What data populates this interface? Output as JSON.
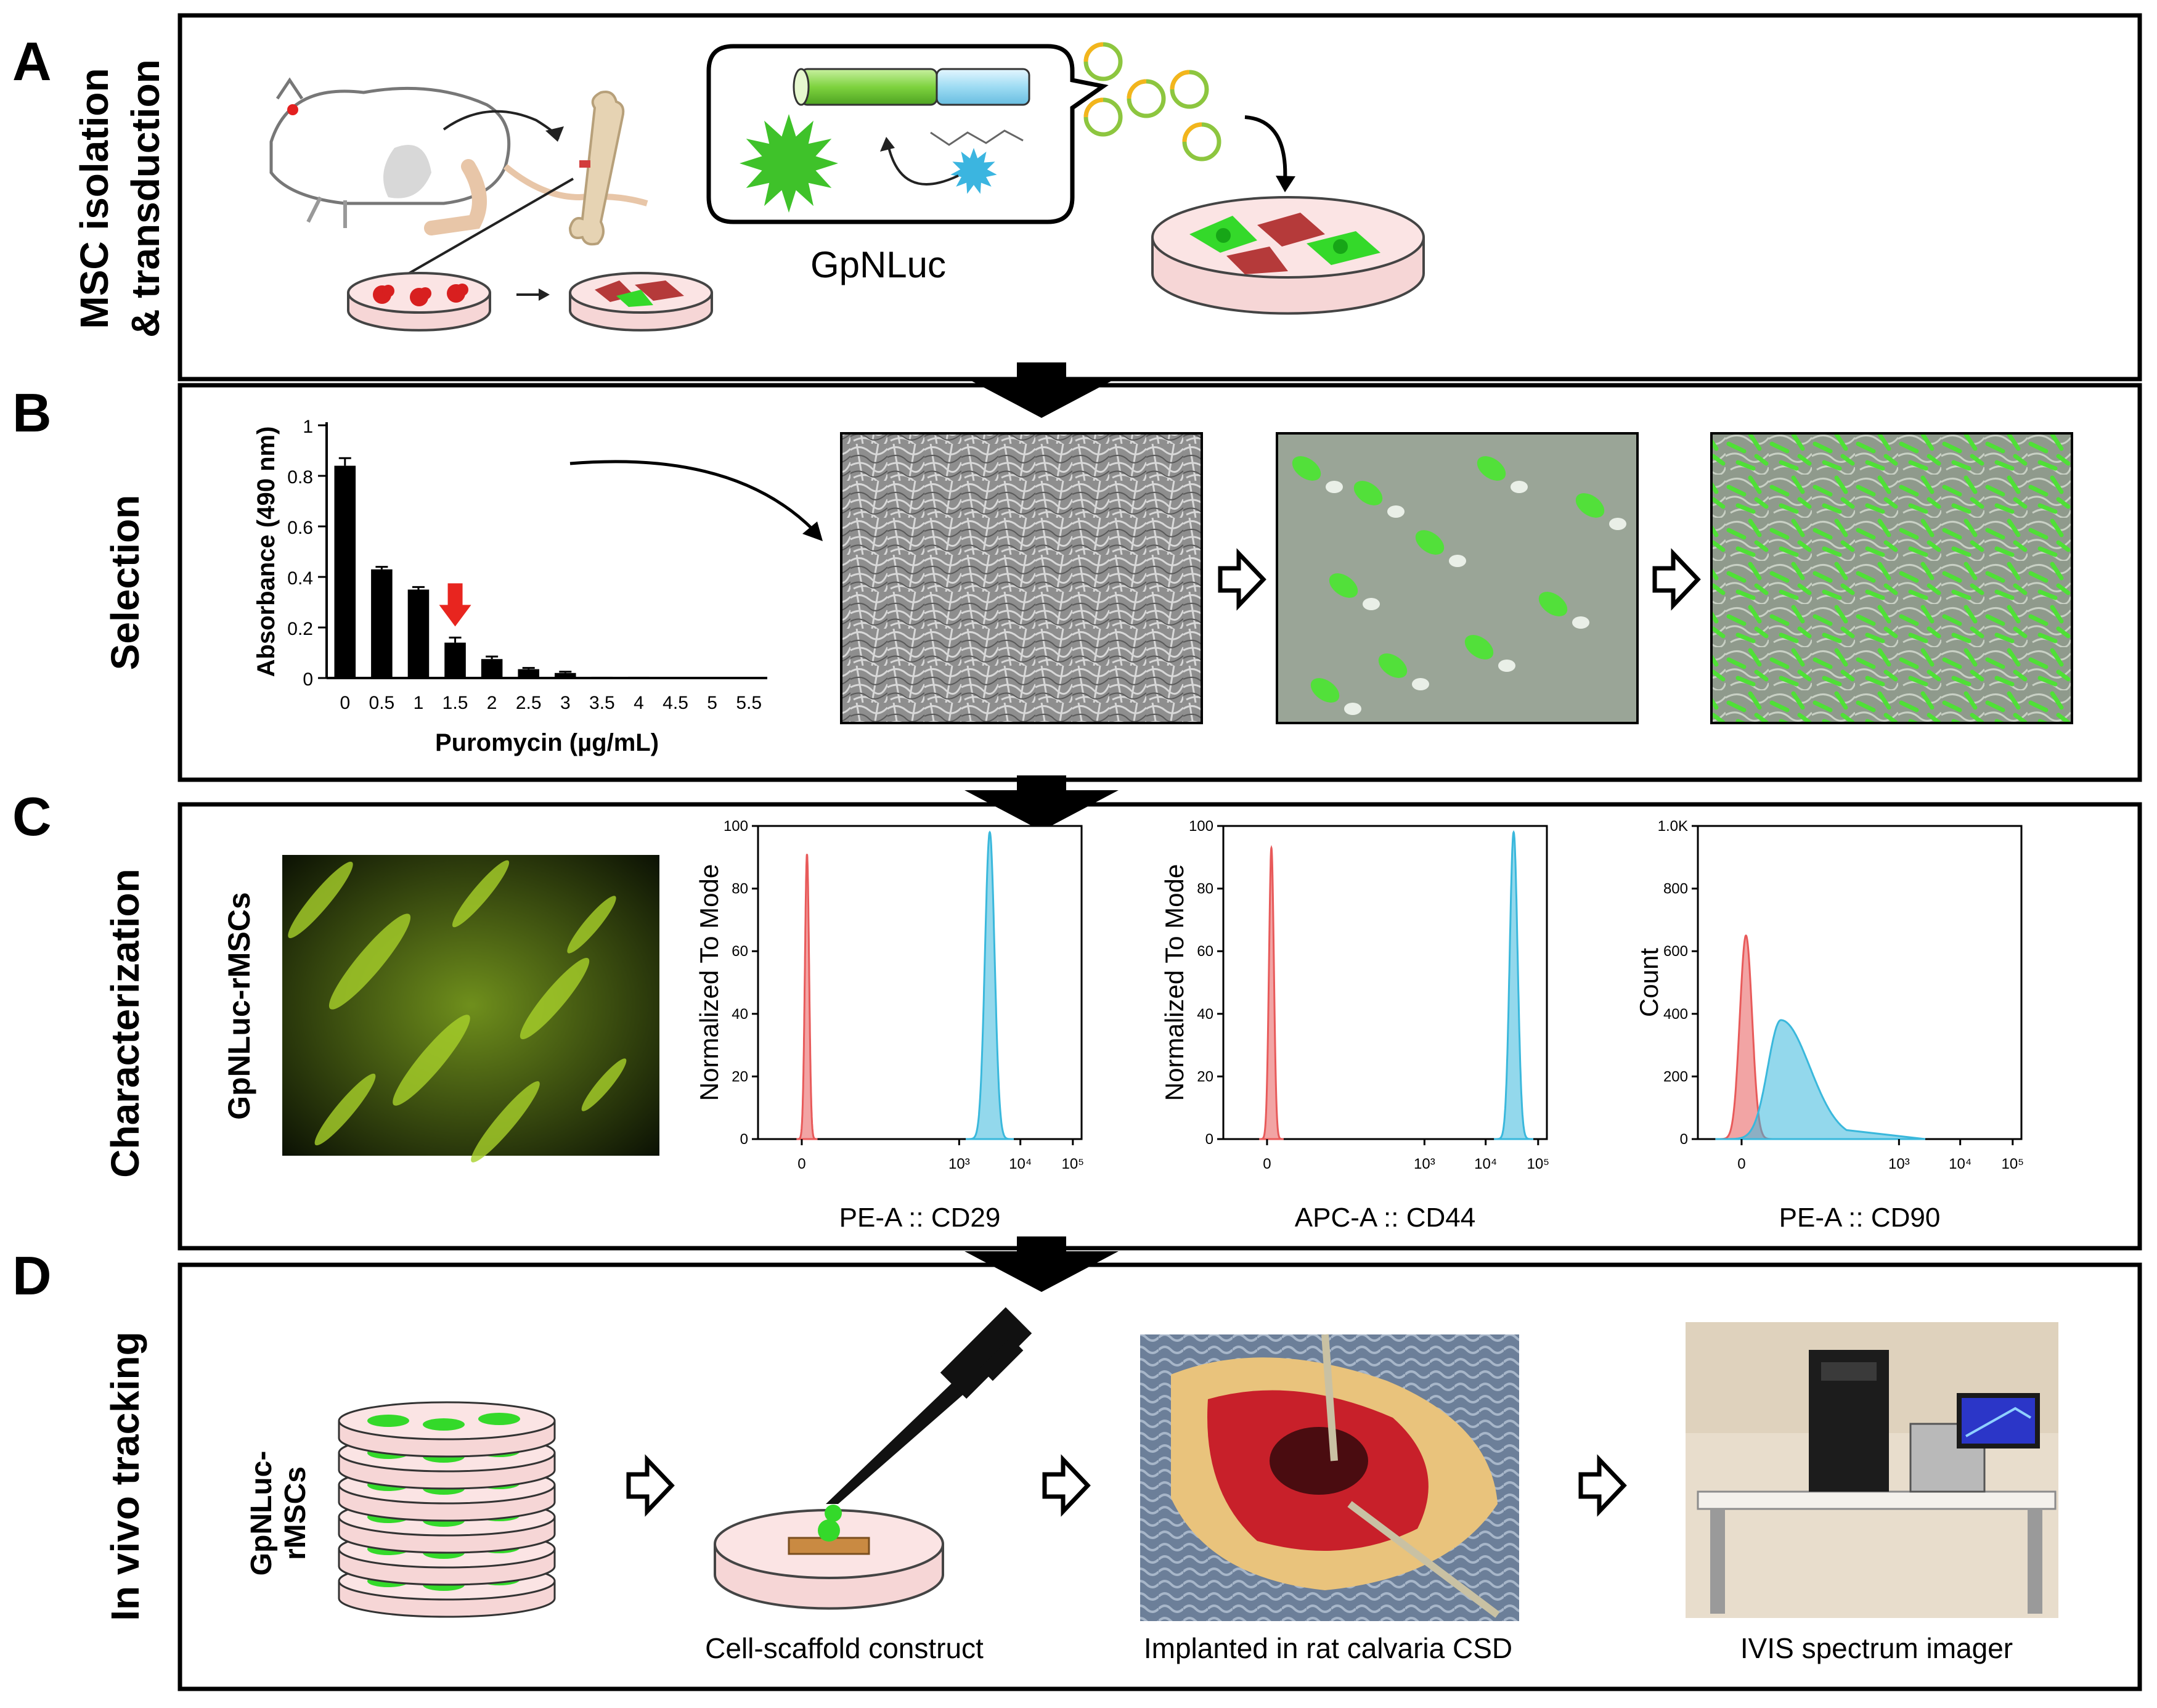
{
  "panels": {
    "a": {
      "letter": "A",
      "side_label_line1": "MSC isolation",
      "side_label_line2": "& transduction",
      "construct_label": "GpNLuc"
    },
    "b": {
      "letter": "B",
      "side_label": "Selection"
    },
    "c": {
      "letter": "C",
      "side_label": "Characterization",
      "image_label": "GpNLuc-rMSCs"
    },
    "d": {
      "letter": "D",
      "side_label": "In vivo tracking",
      "stack_label_line1": "GpNLuc-",
      "stack_label_line2": "rMSCs",
      "step1_caption": "Cell-scaffold construct",
      "step2_caption": "Implanted in rat calvaria CSD",
      "step3_caption": "IVIS spectrum imager"
    }
  },
  "colors": {
    "bar": "#000000",
    "highlight_arrow": "#e8251f",
    "control_hist": "#e85a5a",
    "marker_hist": "#3ab8dc",
    "gfp_green": "#34d92a",
    "cell_red": "#b53a3a"
  },
  "chart_data": [
    {
      "type": "bar",
      "xlabel": "Puromycin (µg/mL)",
      "ylabel": "Absorbance (490 nm)",
      "categories": [
        "0",
        "0.5",
        "1",
        "1.5",
        "2",
        "2.5",
        "3",
        "3.5",
        "4",
        "4.5",
        "5",
        "5.5"
      ],
      "values": [
        0.84,
        0.43,
        0.35,
        0.14,
        0.075,
        0.035,
        0.02,
        0.005,
        0.005,
        0.003,
        0.003,
        0.003
      ],
      "errors": [
        0.03,
        0.01,
        0.01,
        0.02,
        0.01,
        0.005,
        0.005,
        0,
        0,
        0,
        0,
        0
      ],
      "yticks": [
        "0",
        "0.2",
        "0.4",
        "0.6",
        "0.8",
        "1"
      ],
      "ylim": [
        0,
        1
      ],
      "highlight_category": "1.5"
    },
    {
      "type": "area",
      "xlabel": "PE-A :: CD29",
      "ylabel": "Normalized To Mode",
      "yticks": [
        "0",
        "20",
        "40",
        "60",
        "80",
        "100"
      ],
      "xticks": [
        "0",
        "10³",
        "10⁴",
        "10⁵"
      ],
      "ylim": [
        0,
        100
      ],
      "series": [
        {
          "center": 0.56,
          "width": 0.024,
          "peak": 91
        },
        {
          "center": 2.65,
          "width": 0.055,
          "peak": 98
        }
      ]
    },
    {
      "type": "area",
      "xlabel": "APC-A :: CD44",
      "ylabel": "Normalized To Mode",
      "yticks": [
        "0",
        "20",
        "40",
        "60",
        "80",
        "100"
      ],
      "xticks": [
        "0",
        "10³",
        "10⁴",
        "10⁵"
      ],
      "ylim": [
        0,
        100
      ],
      "series": [
        {
          "center": 0.55,
          "width": 0.028,
          "peak": 93
        },
        {
          "center": 3.32,
          "width": 0.045,
          "peak": 98
        }
      ]
    },
    {
      "type": "area",
      "xlabel": "PE-A :: CD90",
      "ylabel": "Count",
      "yticks": [
        "0",
        "200",
        "400",
        "600",
        "800",
        "1.0K"
      ],
      "xticks": [
        "0",
        "10³",
        "10⁴",
        "10⁵"
      ],
      "ylim": [
        0,
        1000
      ],
      "series": [
        {
          "center": 0.55,
          "width": 0.07,
          "peak": 650
        },
        {
          "center": 0.95,
          "width": 0.15,
          "peak": 380
        }
      ]
    }
  ]
}
